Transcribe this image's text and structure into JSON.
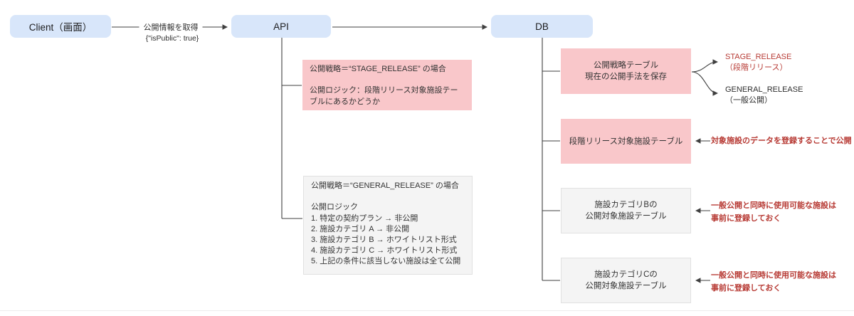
{
  "colors": {
    "node_fill": "#d8e6fa",
    "pink_fill": "#f9c7ca",
    "gray_fill": "#f4f4f4",
    "gray_border": "#e1e1e1",
    "line": "#3f3f3f",
    "red": "#b73a34",
    "text": "#2e2e2e"
  },
  "nodes": {
    "client": "Client（画面）",
    "api": "API",
    "db": "DB"
  },
  "edge_client_api": {
    "label": "公開情報を取得",
    "sublabel": "{\"isPublic\": true}"
  },
  "api_branch": {
    "stage_case": "公開戦略＝“STAGE_RELEASE” の場合\n\n公開ロジック：段階リリース対象施設テーブルにあるかどうか",
    "general_case": "公開戦略＝“GENERAL_RELEASE” の場合\n\n公開ロジック\n1. 特定の契約プラン → 非公開\n2. 施設カテゴリ A → 非公開\n3. 施設カテゴリ B → ホワイトリスト形式\n4. 施設カテゴリ C → ホワイトリスト形式\n5. 上記の条件に該当しない施設は全て公開"
  },
  "db_tables": {
    "strategy": "公開戦略テーブル\n現在の公開手法を保存",
    "stage_targets": "段階リリース対象施設テーブル",
    "category_b": "施設カテゴリBの\n公開対象施設テーブル",
    "category_c": "施設カテゴリCの\n公開対象施設テーブル"
  },
  "annotations": {
    "stage_release": {
      "name": "STAGE_RELEASE",
      "desc": "（段階リリース）"
    },
    "general_release": {
      "name": "GENERAL_RELEASE",
      "desc": "（一般公開）"
    },
    "stage_note": "対象施設のデータを登録することで公開",
    "category_b_note": "一般公開と同時に使用可能な施設は\n事前に登録しておく",
    "category_c_note": "一般公開と同時に使用可能な施設は\n事前に登録しておく"
  }
}
